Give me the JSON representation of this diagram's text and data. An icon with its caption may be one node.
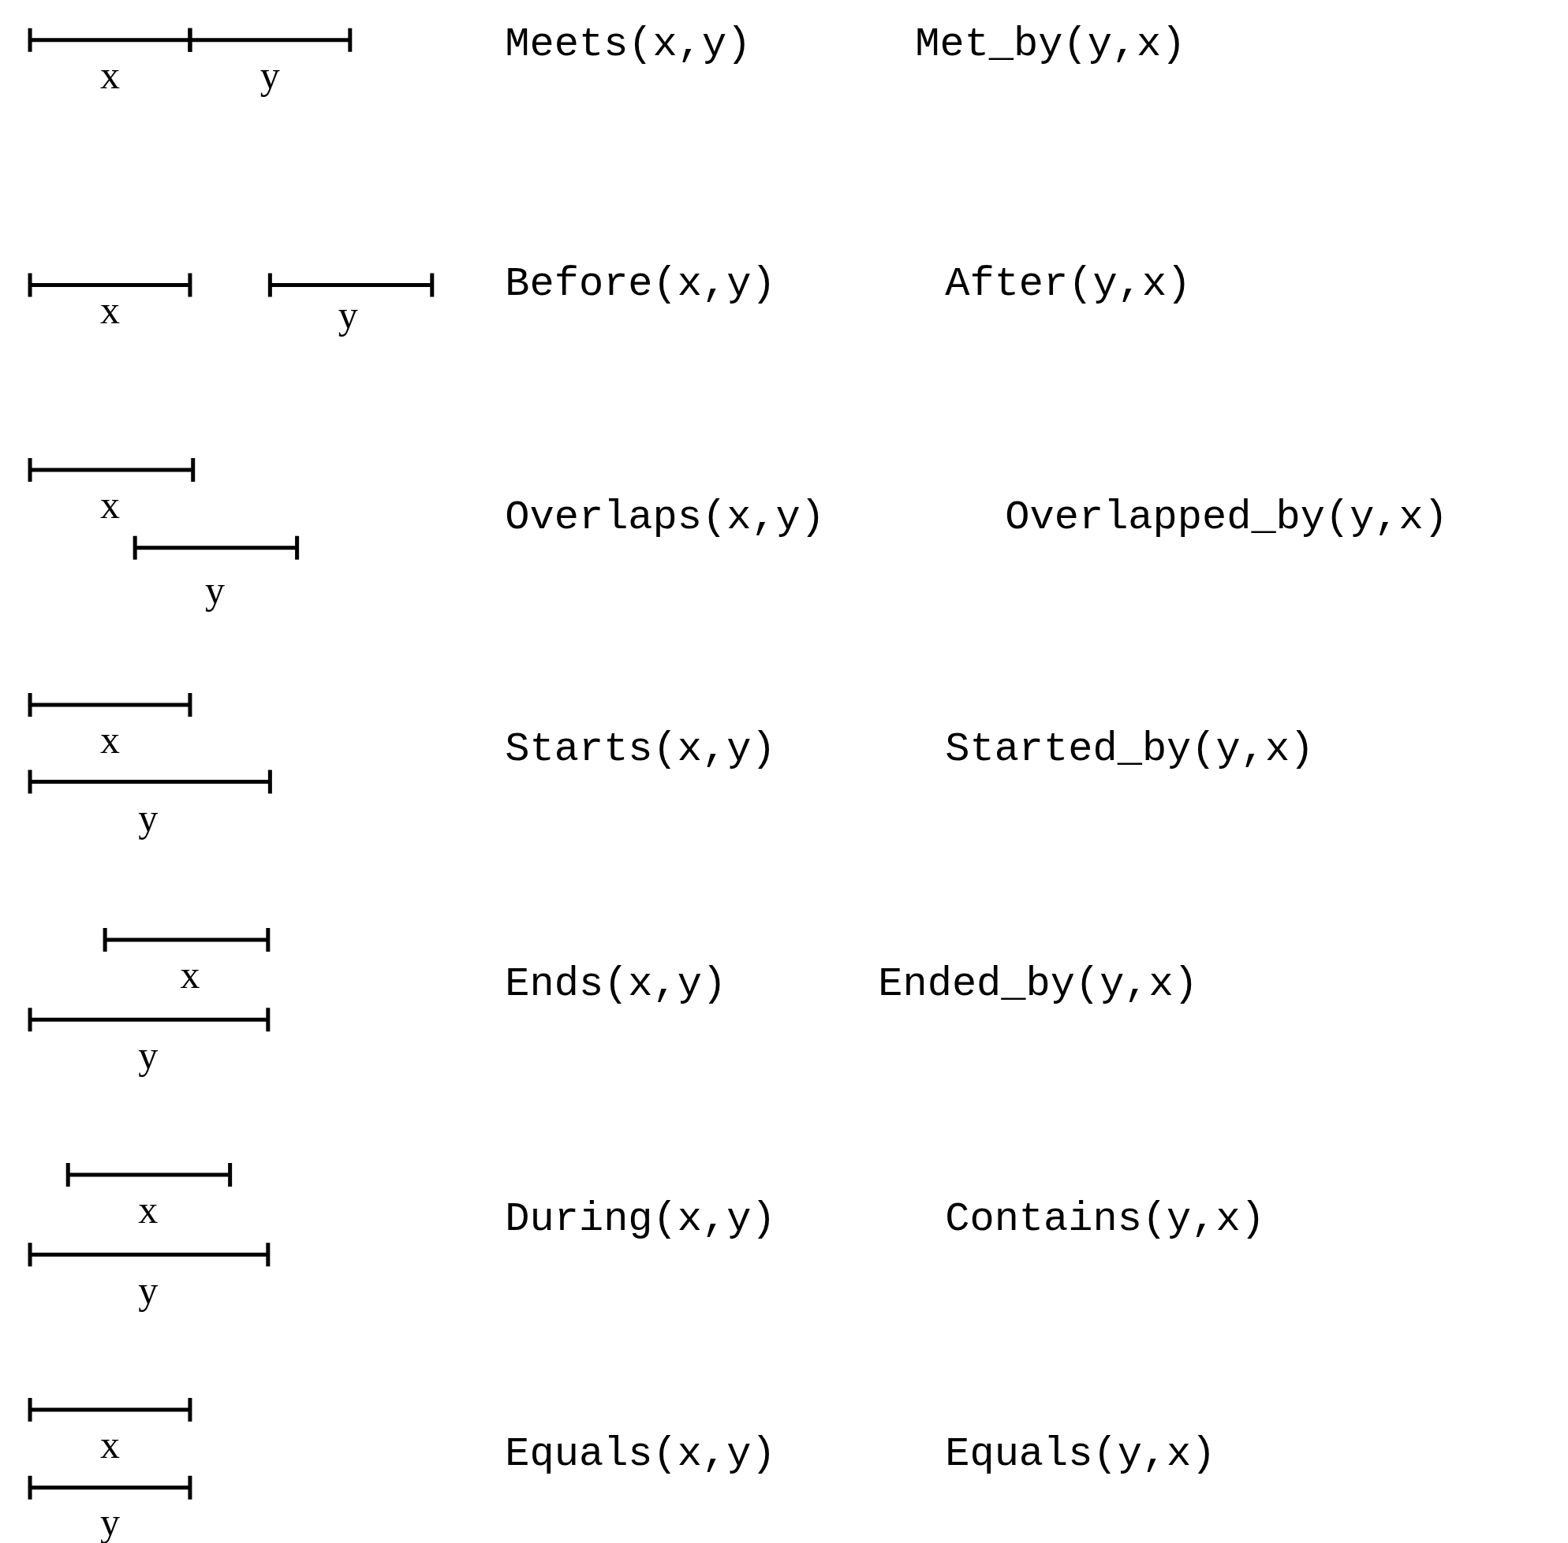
{
  "diagram": {
    "labels": [
      "x",
      "y",
      "Meets(x,y)",
      "Met_by(y,x)",
      "x",
      "y",
      "Before(x,y)",
      "After(y,x)",
      "x",
      "y",
      "Overlaps(x,y)",
      "Overlapped_by(y,x)",
      "x",
      "y",
      "Starts(x,y)",
      "Started_by(y,x)",
      "x",
      "y",
      "Ends(x,y)",
      "Ended_by(y,x)",
      "x",
      "y",
      "During(x,y)",
      "Contains(y,x)",
      "x",
      "y",
      "Equals(x,y)",
      "Equals(y,x)"
    ]
  }
}
